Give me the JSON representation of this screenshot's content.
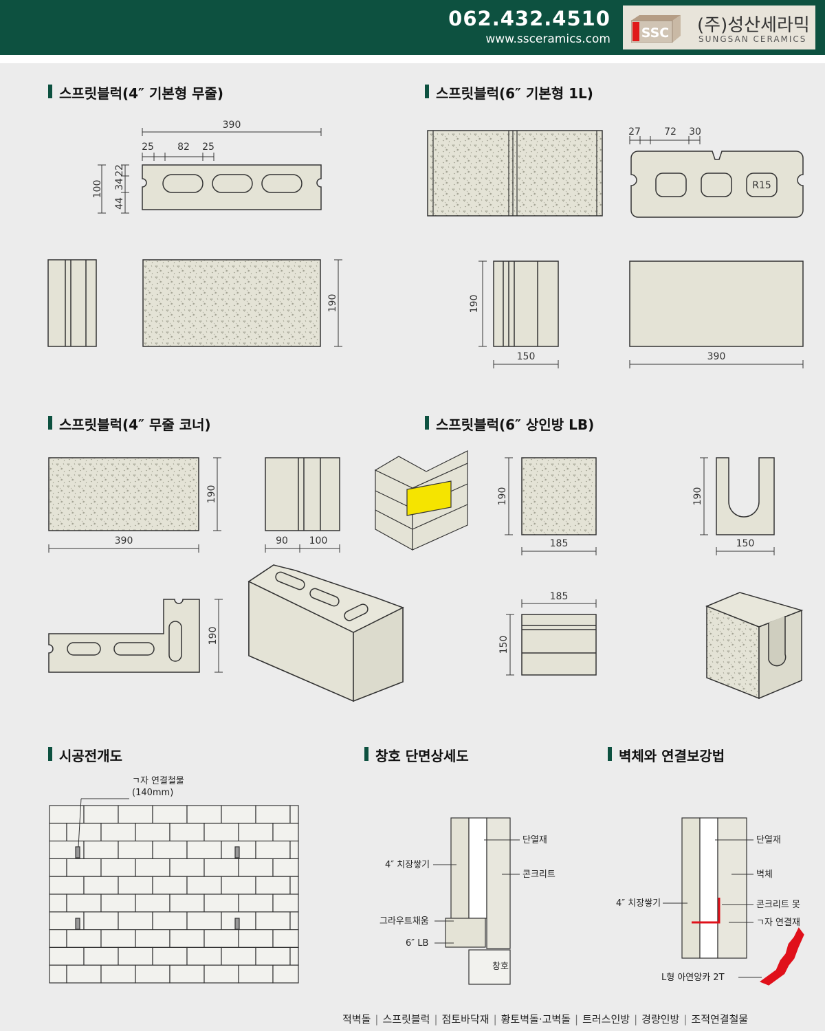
{
  "header": {
    "phone": "062.432.4510",
    "url": "www.ssceramics.com",
    "logo_mark": "SSC",
    "company_ko": "(주)성산세라믹",
    "company_en": "SUNGSAN CERAMICS",
    "brand_color": "#0d5140"
  },
  "sections": {
    "s1": {
      "title": "스프릿블럭(4″ 기본형 무줄)",
      "dims": {
        "top_length": "390",
        "hole_spacing_a": "25",
        "hole_spacing_b": "82",
        "hole_spacing_c": "25",
        "height_total": "100",
        "h_a": "22",
        "h_b": "34",
        "h_c": "44",
        "face_height": "190"
      }
    },
    "s2": {
      "title": "스프릿블럭(6″ 기본형 1L)",
      "dims": {
        "a": "27",
        "b": "72",
        "c": "30",
        "radius": "R15",
        "side_height": "190",
        "side_width": "150",
        "face_width": "390"
      }
    },
    "s3": {
      "title": "스프릿블럭(4″ 무줄 코너)",
      "dims": {
        "face_height": "190",
        "face_width": "390",
        "side_a": "90",
        "side_b": "100",
        "plan_height": "190"
      }
    },
    "s4": {
      "title": "스프릿블럭(6″ 상인방 LB)",
      "dims": {
        "face_height": "190",
        "face_width": "185",
        "u_height": "190",
        "u_width": "150",
        "top_width": "185",
        "top_height": "150"
      }
    },
    "s5": {
      "title": "시공전개도",
      "callout_line1": "ㄱ자 연결철물",
      "callout_line2": "(140mm)"
    },
    "s6": {
      "title": "창호 단면상세도",
      "labels": {
        "insulation": "단열재",
        "masonry": "4″ 치장쌓기",
        "concrete": "콘크리트",
        "grout": "그라우트채움",
        "lintel": "6″ LB",
        "window": "창호"
      }
    },
    "s7": {
      "title": "벽체와 연결보강법",
      "labels": {
        "insulation": "단열재",
        "wall": "벽체",
        "masonry": "4″ 치장쌓기",
        "nail": "콘크리트 못",
        "tie": "ㄱ자 연결재",
        "angle": "L형 아연앙카 2T"
      }
    }
  },
  "footer": {
    "items": [
      "적벽돌",
      "스프릿블럭",
      "점토바닥재",
      "황토벽돌·고벽돌",
      "트러스인방",
      "경량인방",
      "조적연결철물"
    ]
  },
  "colors": {
    "block_fill": "#e4e3d6",
    "outline": "#333333",
    "highlight": "#f5e400",
    "tie_red": "#e0101a"
  }
}
